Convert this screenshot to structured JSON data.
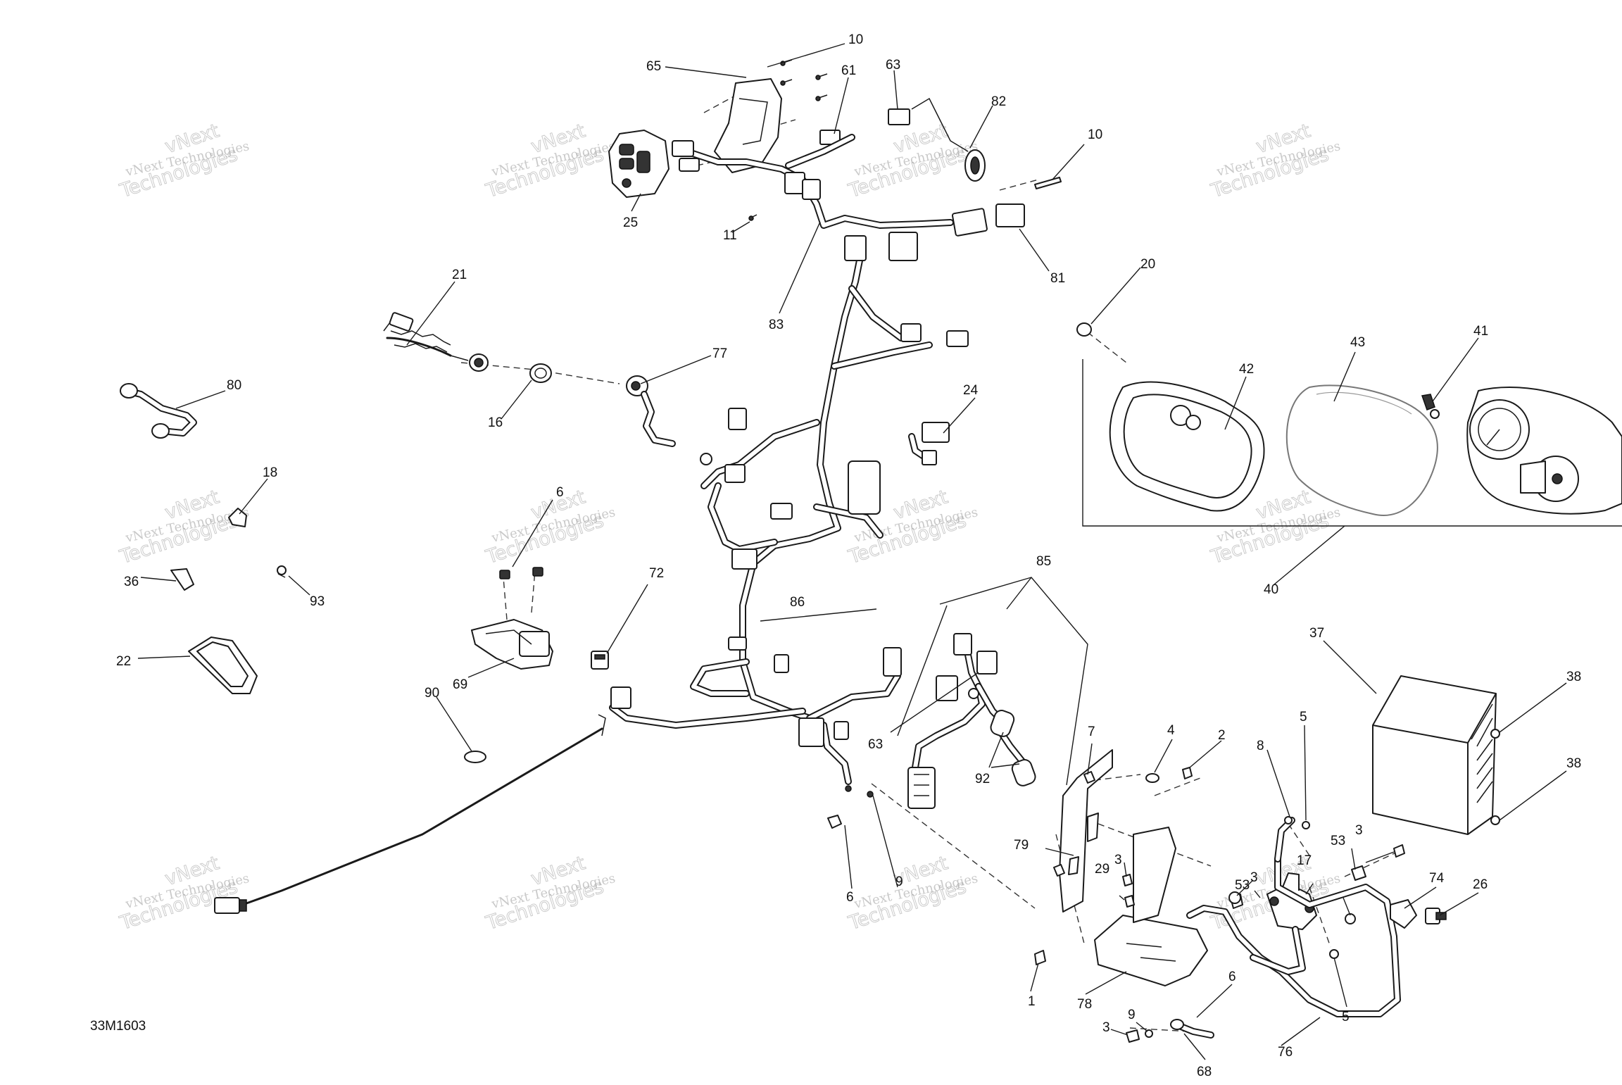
{
  "diagram": {
    "code": "33M1603",
    "watermark_line1": "vNext Technologies",
    "watermark_line2": "vNext",
    "watermark_line3": "Technologies",
    "labels": [
      {
        "text": "10"
      },
      {
        "text": "65"
      },
      {
        "text": "61"
      },
      {
        "text": "63"
      },
      {
        "text": "82"
      },
      {
        "text": "10"
      },
      {
        "text": "25"
      },
      {
        "text": "11"
      },
      {
        "text": "83"
      },
      {
        "text": "81"
      },
      {
        "text": "21"
      },
      {
        "text": "77"
      },
      {
        "text": "16"
      },
      {
        "text": "80"
      },
      {
        "text": "20"
      },
      {
        "text": "42"
      },
      {
        "text": "43"
      },
      {
        "text": "41"
      },
      {
        "text": "24"
      },
      {
        "text": "18"
      },
      {
        "text": "6"
      },
      {
        "text": "36"
      },
      {
        "text": "93"
      },
      {
        "text": "40"
      },
      {
        "text": "72"
      },
      {
        "text": "86"
      },
      {
        "text": "85"
      },
      {
        "text": "22"
      },
      {
        "text": "69"
      },
      {
        "text": "37"
      },
      {
        "text": "38"
      },
      {
        "text": "90"
      },
      {
        "text": "63"
      },
      {
        "text": "92"
      },
      {
        "text": "7"
      },
      {
        "text": "4"
      },
      {
        "text": "2"
      },
      {
        "text": "8"
      },
      {
        "text": "5"
      },
      {
        "text": "38"
      },
      {
        "text": "79"
      },
      {
        "text": "3"
      },
      {
        "text": "29"
      },
      {
        "text": "17"
      },
      {
        "text": "53"
      },
      {
        "text": "3"
      },
      {
        "text": "9"
      },
      {
        "text": "6"
      },
      {
        "text": "53"
      },
      {
        "text": "74"
      },
      {
        "text": "26"
      },
      {
        "text": "3"
      },
      {
        "text": "1"
      },
      {
        "text": "78"
      },
      {
        "text": "5"
      },
      {
        "text": "6"
      },
      {
        "text": "76"
      },
      {
        "text": "3"
      },
      {
        "text": "9"
      },
      {
        "text": "68"
      }
    ]
  }
}
